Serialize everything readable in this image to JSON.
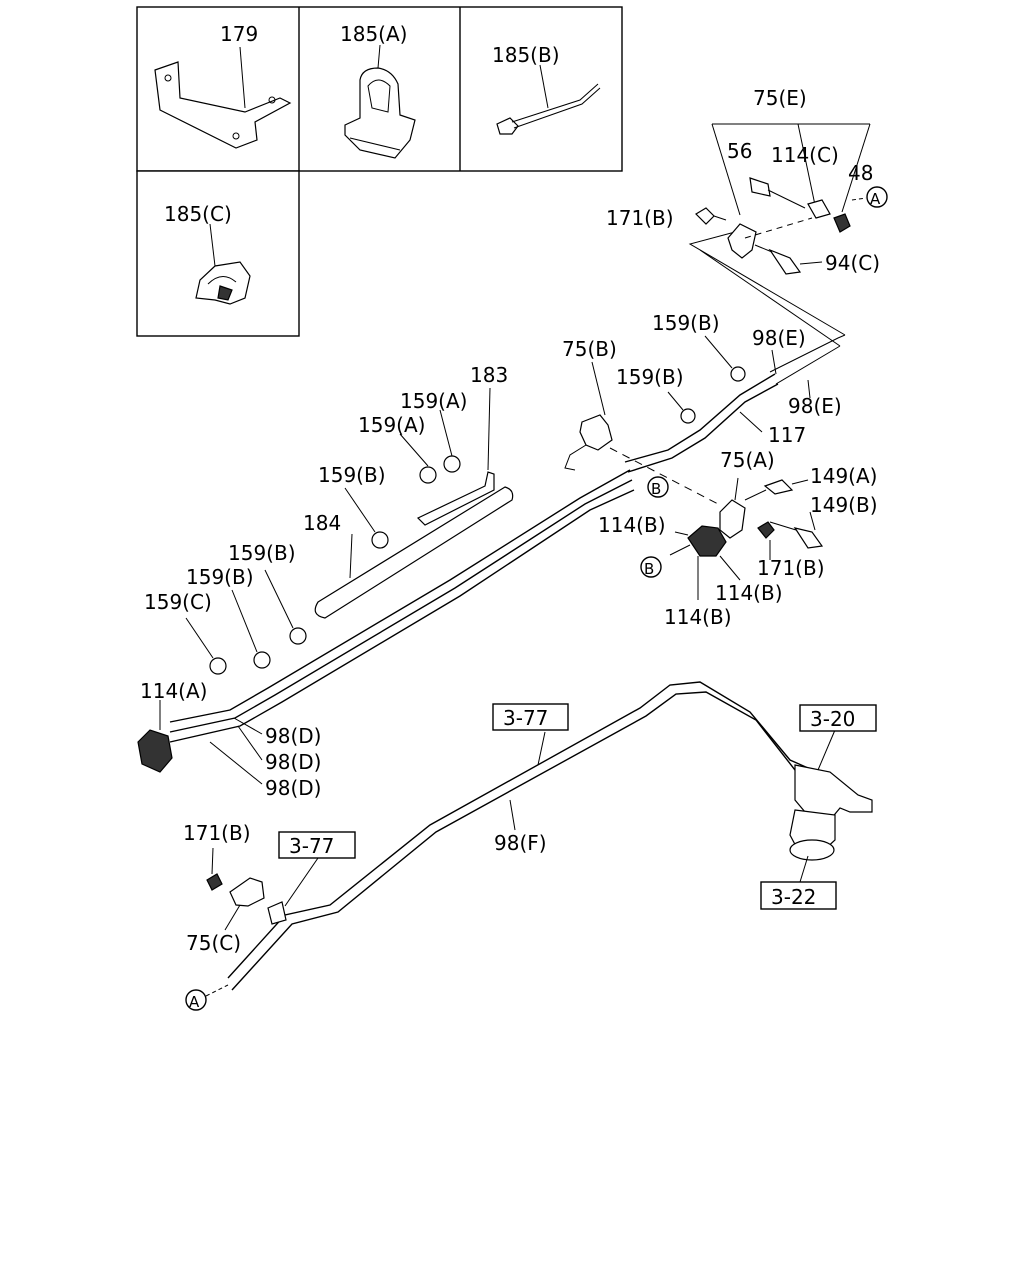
{
  "inset_labels": [
    "179",
    "185(A)",
    "185(B)",
    "185(C)"
  ],
  "labels": {
    "l75E": "75(E)",
    "l56": "56",
    "l114C": "114(C)",
    "l48": "48",
    "l171B_top": "171(B)",
    "l94C": "94(C)",
    "l75B": "75(B)",
    "l159B_a": "159(B)",
    "l98E_a": "98(E)",
    "l159B_b": "159(B)",
    "l98E_b": "98(E)",
    "l183": "183",
    "l159A_a": "159(A)",
    "l159A_b": "159(A)",
    "l117": "117",
    "l75A": "75(A)",
    "l149A": "149(A)",
    "l149B": "149(B)",
    "l159B_c": "159(B)",
    "l114B_a": "114(B)",
    "l184": "184",
    "l171B_mid": "171(B)",
    "l114B_b": "114(B)",
    "l114B_c": "114(B)",
    "l159B_d": "159(B)",
    "l159B_e": "159(B)",
    "l159C": "159(C)",
    "l114A": "114(A)",
    "l98D_a": "98(D)",
    "l98D_b": "98(D)",
    "l98D_c": "98(D)",
    "l98F": "98(F)",
    "l171B_bot": "171(B)",
    "l75C": "75(C)"
  },
  "ref_boxes": {
    "ref_377_a": "3-77",
    "ref_320": "3-20",
    "ref_377_b": "3-77",
    "ref_322": "3-22"
  },
  "callouts": {
    "A_top": "A",
    "A_bottom": "A",
    "B_upper": "B",
    "B_lower": "B"
  }
}
